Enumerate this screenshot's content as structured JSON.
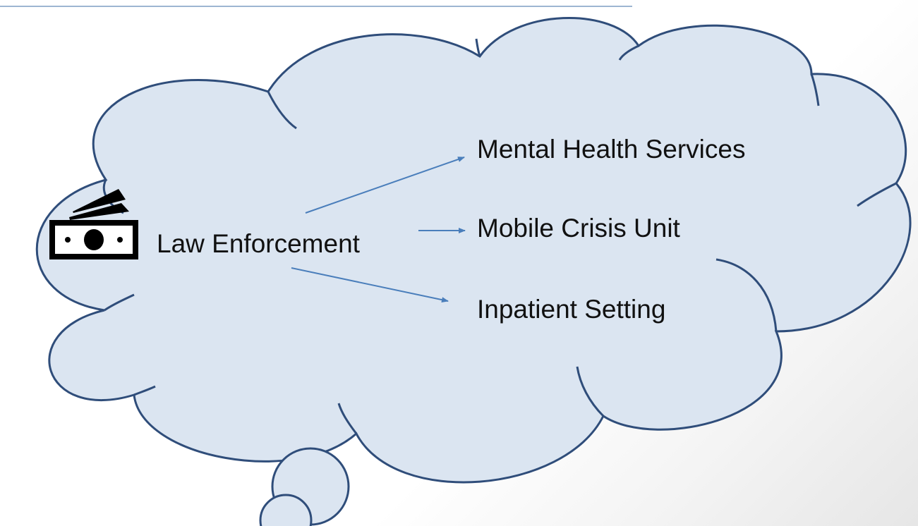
{
  "diagram": {
    "source_node": {
      "label": "Law Enforcement",
      "icon": "money-icon"
    },
    "targets": [
      {
        "label": "Mental Health Services"
      },
      {
        "label": "Mobile Crisis Unit"
      },
      {
        "label": "Inpatient Setting"
      }
    ]
  },
  "colors": {
    "cloud_fill": "#dbe5f1",
    "cloud_stroke": "#2f4d7a",
    "arrow": "#4a7ebb",
    "text": "#111111",
    "top_rule": "#9db6d2"
  }
}
